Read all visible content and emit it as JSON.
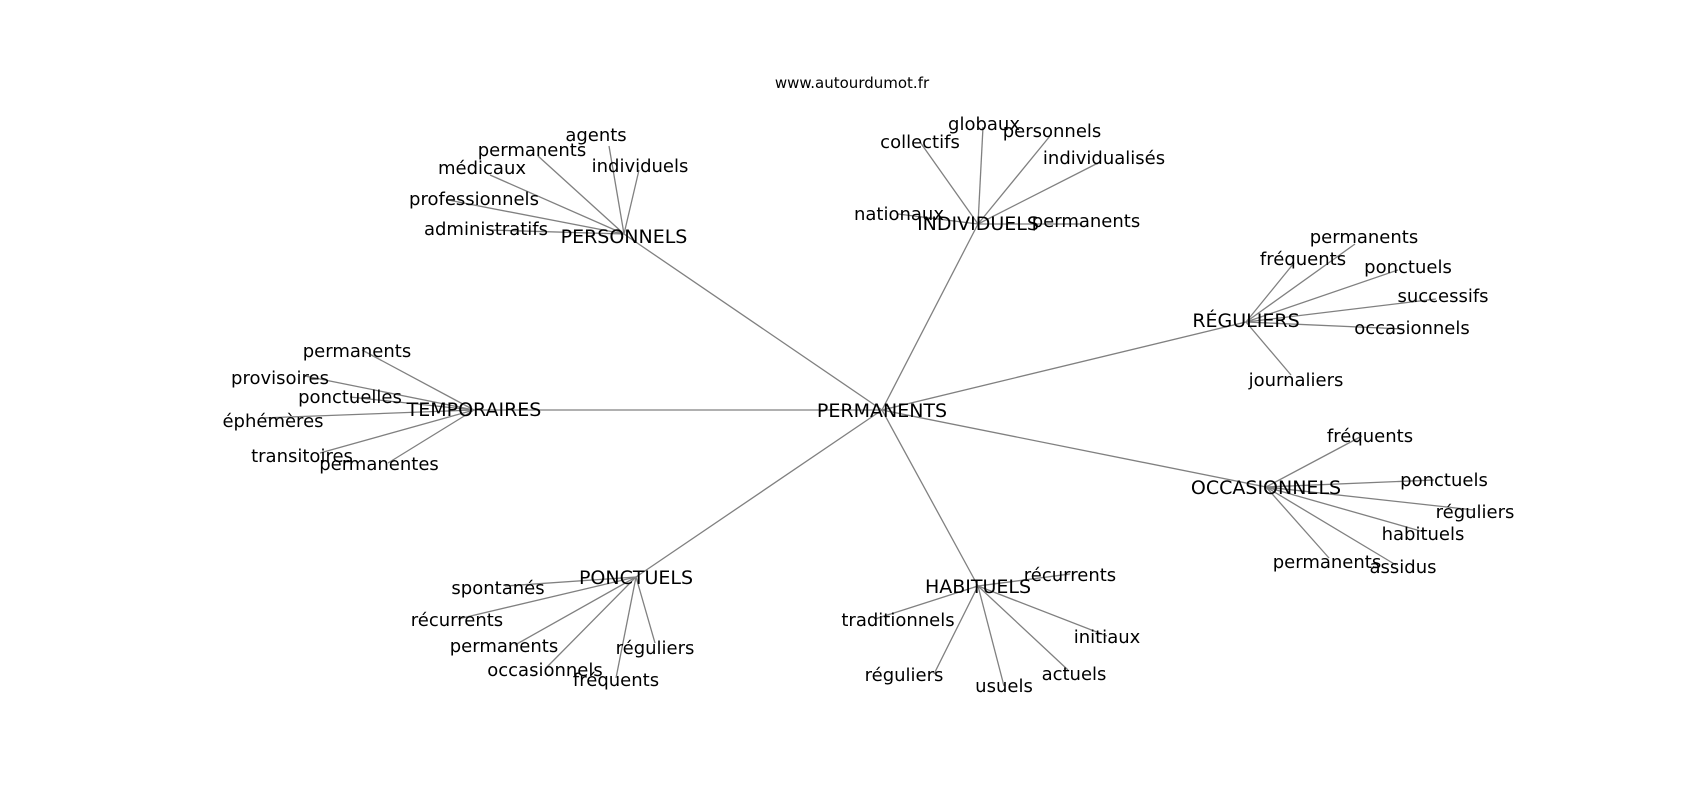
{
  "source": "www.autourdumot.fr",
  "root": "PERMANENTS",
  "colors": {
    "edge": "#808080",
    "text": "#000000",
    "background": "#ffffff"
  },
  "hubs": [
    {
      "id": "personnels",
      "label": "PERSONNELS",
      "leaves": [
        "agents",
        "permanents",
        "médicaux",
        "individuels",
        "professionnels",
        "administratifs"
      ]
    },
    {
      "id": "individuels",
      "label": "INDIVIDUELS",
      "leaves": [
        "globaux",
        "collectifs",
        "personnels",
        "individualisés",
        "nationaux",
        "permanents"
      ]
    },
    {
      "id": "reguliers",
      "label": "RÉGULIERS",
      "leaves": [
        "permanents",
        "fréquents",
        "ponctuels",
        "successifs",
        "occasionnels",
        "journaliers"
      ]
    },
    {
      "id": "temporaires",
      "label": "TEMPORAIRES",
      "leaves": [
        "permanents",
        "provisoires",
        "ponctuelles",
        "éphémères",
        "transitoires",
        "permanentes"
      ]
    },
    {
      "id": "occasionnels",
      "label": "OCCASIONNELS",
      "leaves": [
        "fréquents",
        "ponctuels",
        "réguliers",
        "habituels",
        "permanents",
        "assidus"
      ]
    },
    {
      "id": "ponctuels",
      "label": "PONCTUELS",
      "leaves": [
        "spontanés",
        "récurrents",
        "permanents",
        "occasionnels",
        "réguliers",
        "fréquents"
      ]
    },
    {
      "id": "habituels",
      "label": "HABITUELS",
      "leaves": [
        "récurrents",
        "traditionnels",
        "initiaux",
        "réguliers",
        "usuels",
        "actuels"
      ]
    }
  ]
}
